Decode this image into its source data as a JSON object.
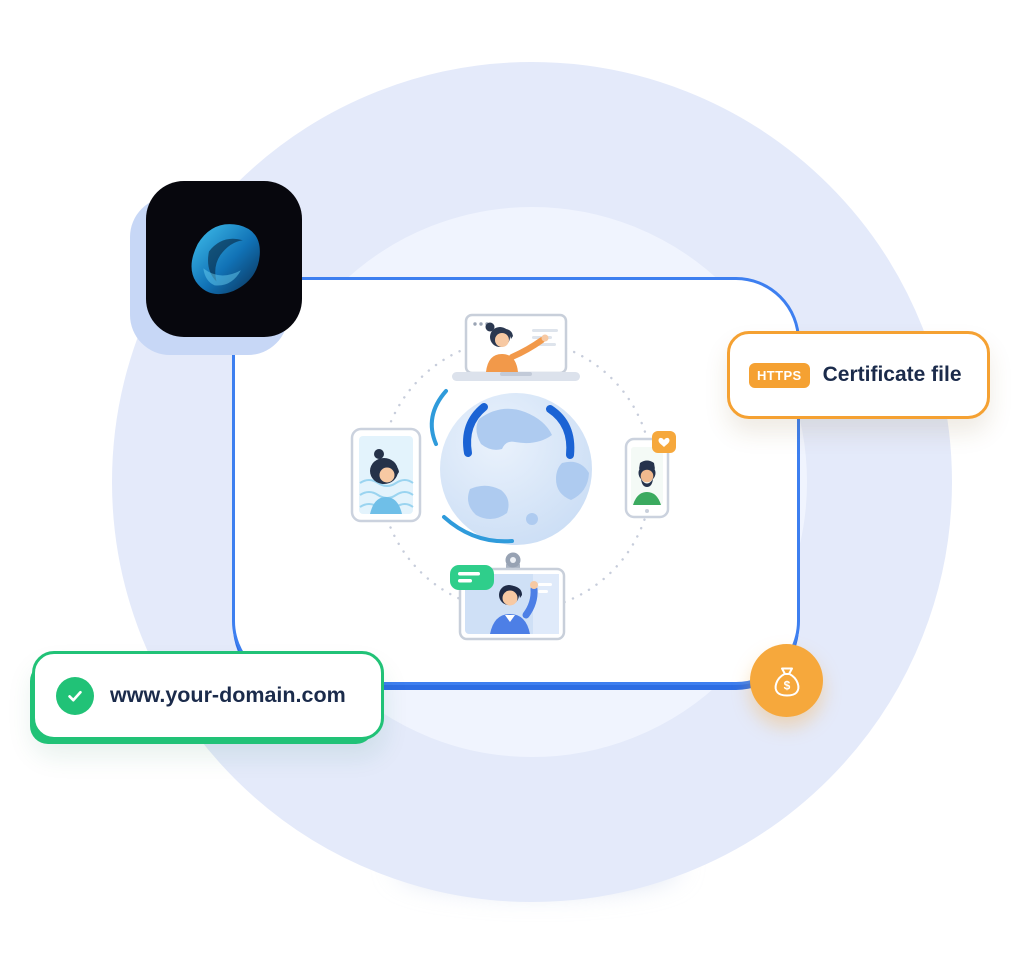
{
  "theme": {
    "colors": {
      "ring": "#E4EAFA",
      "ring-inner": "#F0F4FE",
      "card-border": "#3D7FF0",
      "card-shadow": "#2D6DE3",
      "accent-orange": "#F5A132",
      "accent-green": "#21C277",
      "navy": "#1B2B4B",
      "bag-orange": "#F6A83C"
    }
  },
  "logo": {
    "name": "grandstream-logo"
  },
  "badges": {
    "certificate": {
      "tag": "HTTPS",
      "label": "Certificate file"
    },
    "domain": {
      "label": "www.your-domain.com"
    },
    "money": {
      "symbol": "$"
    }
  }
}
